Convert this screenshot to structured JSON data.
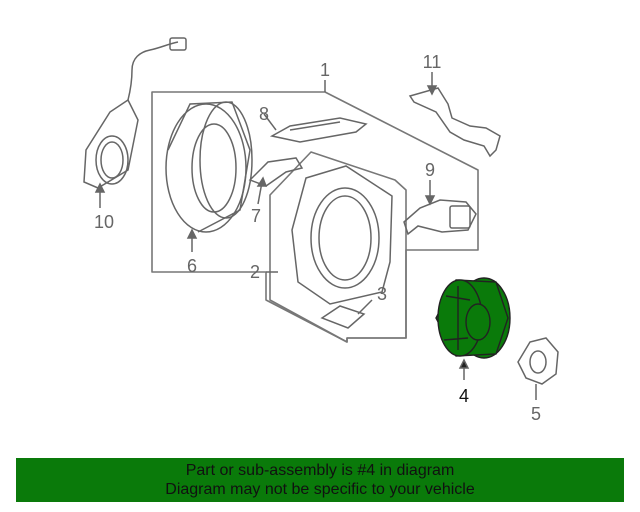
{
  "callouts": {
    "c1": "1",
    "c2": "2",
    "c3": "3",
    "c4": "4",
    "c5": "5",
    "c6": "6",
    "c7": "7",
    "c8": "8",
    "c9": "9",
    "c10": "10",
    "c11": "11"
  },
  "banner": {
    "line1": "Part or sub-assembly is #4 in diagram",
    "line2": "Diagram may not be specific to your vehicle"
  },
  "colors": {
    "highlight": "#0a7a0a",
    "outline": "#666666"
  }
}
